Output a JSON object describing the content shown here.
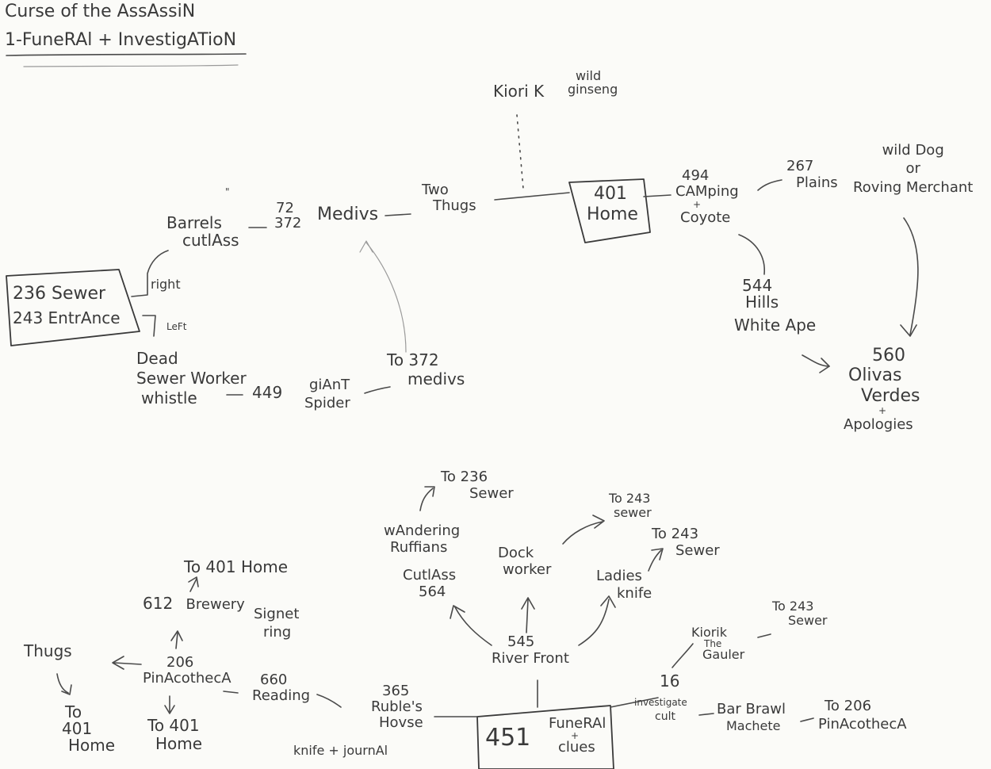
{
  "title": {
    "line1": "Curse of the AssAssiN",
    "line2": "1-FuneRAl + InvestigATioN"
  },
  "top": {
    "kiorik": "Kiori K",
    "wild_ginseng": [
      "wild",
      "ginseng"
    ],
    "home_box": [
      "401",
      "Home"
    ],
    "camping": [
      "494",
      "CAMping",
      "+",
      "Coyote"
    ],
    "plains": [
      "267",
      "Plains"
    ],
    "wild_dog": [
      "wild Dog",
      "or",
      "Roving Merchant"
    ],
    "hills": [
      "544",
      "Hills",
      "White Ape"
    ],
    "olivas": [
      "560",
      "Olivas",
      "Verdes",
      "+",
      "Apologies"
    ],
    "two_thugs": [
      "Two",
      "Thugs"
    ],
    "medivs": "Medivs",
    "medivs_num": [
      "72",
      "372"
    ],
    "barrels": [
      "Barrels",
      "cutlAss"
    ],
    "sewer_box": [
      "236 Sewer",
      "243 EntrAnce"
    ],
    "right": "right",
    "left": "LeFt",
    "dead_worker": [
      "Dead",
      "Sewer Worker",
      "whistle"
    ],
    "spider_num": "449",
    "spider": [
      "giAnT",
      "Spider"
    ],
    "to_medivs": [
      "To 372",
      "medivs"
    ],
    "tick": "\""
  },
  "bottom": {
    "to_236": [
      "To 236",
      "Sewer"
    ],
    "wandering": [
      "wAndering",
      "Ruffians"
    ],
    "cutlass": [
      "CutlAss",
      "564"
    ],
    "dock": [
      "Dock",
      "worker"
    ],
    "to_243_a": [
      "To 243",
      "sewer"
    ],
    "to_243_b": [
      "To 243",
      "Sewer"
    ],
    "ladies": [
      "Ladies",
      "knife"
    ],
    "river": [
      "545",
      "River Front"
    ],
    "kiorik_gauler": [
      "Kiorik",
      "The",
      "Gauler"
    ],
    "to_243_c": [
      "To 243",
      "Sewer"
    ],
    "num16": "16",
    "investigate": [
      "investigate",
      "cult"
    ],
    "bar_brawl": [
      "Bar Brawl",
      "Machete"
    ],
    "to_206": [
      "To 206",
      "PinAcothecA"
    ],
    "funeral_num": "451",
    "funeral": [
      "FuneRAl",
      "+",
      "clues"
    ],
    "ruble": [
      "365",
      "Ruble's",
      "Hovse"
    ],
    "knife_journal": "knife + journAl",
    "reading": [
      "660",
      "Reading"
    ],
    "pinacotheca": [
      "206",
      "PinAcothecA"
    ],
    "to_401_b": [
      "To 401",
      "Home"
    ],
    "brewery": [
      "612",
      "Brewery"
    ],
    "signet": [
      "Signet",
      "ring"
    ],
    "to_401_home": "To 401   Home",
    "thugs": "Thugs",
    "to_401_c": [
      "To",
      "401",
      "Home"
    ]
  }
}
